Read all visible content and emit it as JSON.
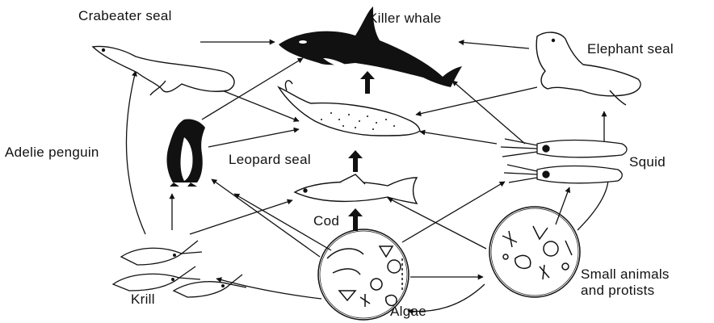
{
  "diagram": {
    "organisms": {
      "killer_whale": "Killer whale",
      "crabeater_seal": "Crabeater seal",
      "elephant_seal": "Elephant seal",
      "leopard_seal": "Leopard seal",
      "adelie_penguin": "Adelie penguin",
      "squid": "Squid",
      "cod": "Cod",
      "krill": "Krill",
      "small_animals_line1": "Small animals",
      "small_animals_line2": "and protists",
      "algae": "Algae"
    },
    "links": [
      {
        "from": "crabeater_seal",
        "to": "killer_whale"
      },
      {
        "from": "elephant_seal",
        "to": "killer_whale"
      },
      {
        "from": "leopard_seal",
        "to": "killer_whale"
      },
      {
        "from": "adelie_penguin",
        "to": "killer_whale"
      },
      {
        "from": "squid",
        "to": "killer_whale"
      },
      {
        "from": "crabeater_seal",
        "to": "leopard_seal"
      },
      {
        "from": "adelie_penguin",
        "to": "leopard_seal"
      },
      {
        "from": "elephant_seal",
        "to": "leopard_seal"
      },
      {
        "from": "squid",
        "to": "leopard_seal"
      },
      {
        "from": "cod",
        "to": "leopard_seal"
      },
      {
        "from": "squid",
        "to": "elephant_seal"
      },
      {
        "from": "algae",
        "to": "cod"
      },
      {
        "from": "algae",
        "to": "adelie_penguin"
      },
      {
        "from": "algae",
        "to": "squid"
      },
      {
        "from": "algae",
        "to": "krill"
      },
      {
        "from": "algae",
        "to": "small_animals"
      },
      {
        "from": "small_animals",
        "to": "cod"
      },
      {
        "from": "small_animals",
        "to": "squid"
      },
      {
        "from": "krill",
        "to": "crabeater_seal"
      },
      {
        "from": "krill",
        "to": "adelie_penguin"
      },
      {
        "from": "krill",
        "to": "cod"
      }
    ],
    "colors": {
      "ink": "#111111",
      "background": "#ffffff"
    }
  }
}
